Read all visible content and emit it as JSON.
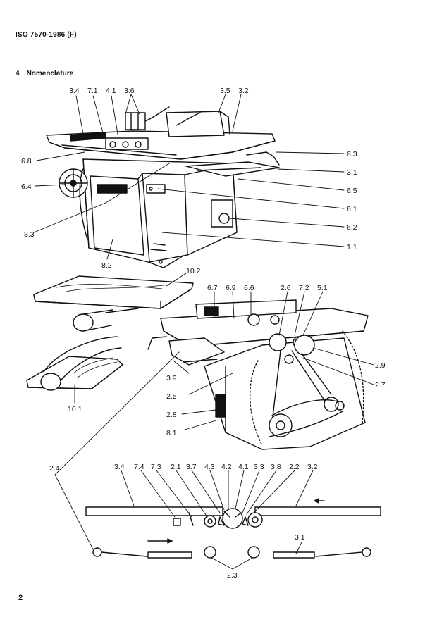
{
  "header": {
    "standard": "ISO 7570-1986 (F)"
  },
  "section": {
    "number": "4",
    "title": "Nomenclature"
  },
  "page_number": "2",
  "figure": {
    "labels": {
      "l34a": "3.4",
      "l71": "7.1",
      "l41a": "4.1",
      "l36": "3.6",
      "l35": "3.5",
      "l32a": "3.2",
      "l68": "6.8",
      "l64": "6.4",
      "l83": "8.3",
      "l82": "8.2",
      "l63": "6.3",
      "l31a": "3.1",
      "l65": "6.5",
      "l61": "6.1",
      "l62": "6.2",
      "l11": "1.1",
      "l102": "10.2",
      "l101": "10.1",
      "l67": "6.7",
      "l69": "6.9",
      "l66": "6.6",
      "l26": "2.6",
      "l72": "7.2",
      "l51": "5.1",
      "l39": "3.9",
      "l25": "2.5",
      "l28": "2.8",
      "l81": "8.1",
      "l29": "2.9",
      "l27": "2.7",
      "l24": "2.4",
      "l34b": "3.4",
      "l74": "7.4",
      "l73": "7.3",
      "l21": "2.1",
      "l37": "3.7",
      "l43": "4.3",
      "l42": "4.2",
      "l41b": "4.1",
      "l33": "3.3",
      "l38": "3.8",
      "l22": "2.2",
      "l32b": "3.2",
      "l31b": "3.1",
      "l23": "2.3"
    }
  }
}
